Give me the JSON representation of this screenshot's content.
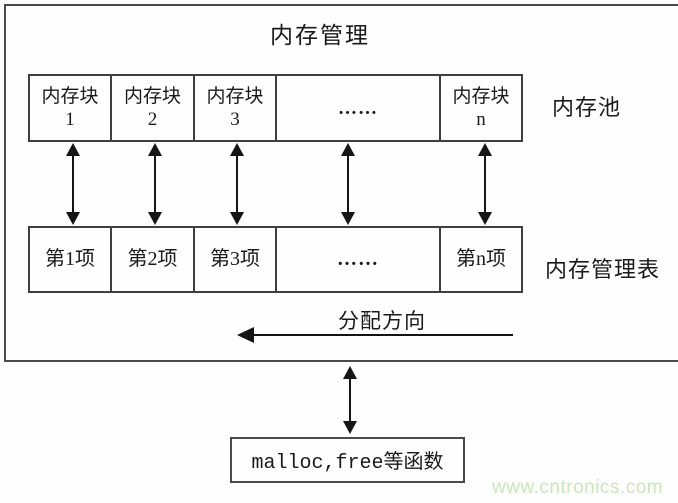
{
  "diagram": {
    "title": "内存管理",
    "pool": {
      "label": "内存池",
      "cells": [
        {
          "line1": "内存块",
          "line2": "1"
        },
        {
          "line1": "内存块",
          "line2": "2"
        },
        {
          "line1": "内存块",
          "line2": "3"
        },
        {
          "line1": "……",
          "line2": ""
        },
        {
          "line1": "内存块",
          "line2": "n"
        }
      ]
    },
    "table": {
      "label": "内存管理表",
      "cells": [
        "第1项",
        "第2项",
        "第3项",
        "……",
        "第n项"
      ]
    },
    "allocation": {
      "label": "分配方向"
    },
    "function_box": {
      "text": "malloc,free等函数"
    },
    "watermark": "www.cntronics.com",
    "colors": {
      "line": "#3f3f3f",
      "outer_frame": "#4a4a4a",
      "text": "#1a1a1a",
      "watermark_green": "#c7e8b8"
    }
  }
}
